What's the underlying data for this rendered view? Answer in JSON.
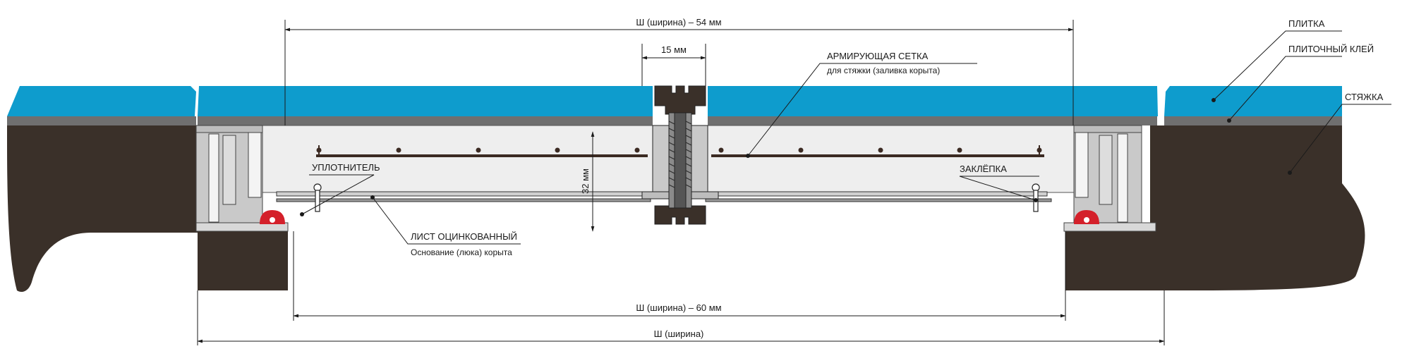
{
  "colors": {
    "tile": "#0e9ccd",
    "adhesive": "#6f6f6f",
    "screed": "#3a3029",
    "profile": "#c9c9c9",
    "trough": "#e3e3e3",
    "seal": "#d4202a",
    "mesh": "#3b2a22"
  },
  "dimensions": {
    "top_width": "Ш (ширина) – 54 мм",
    "gap": "15 мм",
    "height": "32 мм",
    "bottom_width": "Ш (ширина) – 60 мм",
    "total_width": "Ш (ширина)"
  },
  "labels": {
    "tile": "ПЛИТКА",
    "adhesive": "ПЛИТОЧНЫЙ КЛЕЙ",
    "screed": "СТЯЖКА",
    "mesh": "АРМИРУЮЩАЯ СЕТКА",
    "mesh_note": "для стяжки (заливка корыта)",
    "seal": "УПЛОТНИТЕЛЬ",
    "rivet": "ЗАКЛЁПКА",
    "sheet": "ЛИСТ ОЦИНКОВАННЫЙ",
    "sheet_note": "Основание (люка) корыта"
  },
  "icons": [
    "arrow-icon",
    "rivet-icon",
    "seal-icon",
    "bolt-icon"
  ]
}
